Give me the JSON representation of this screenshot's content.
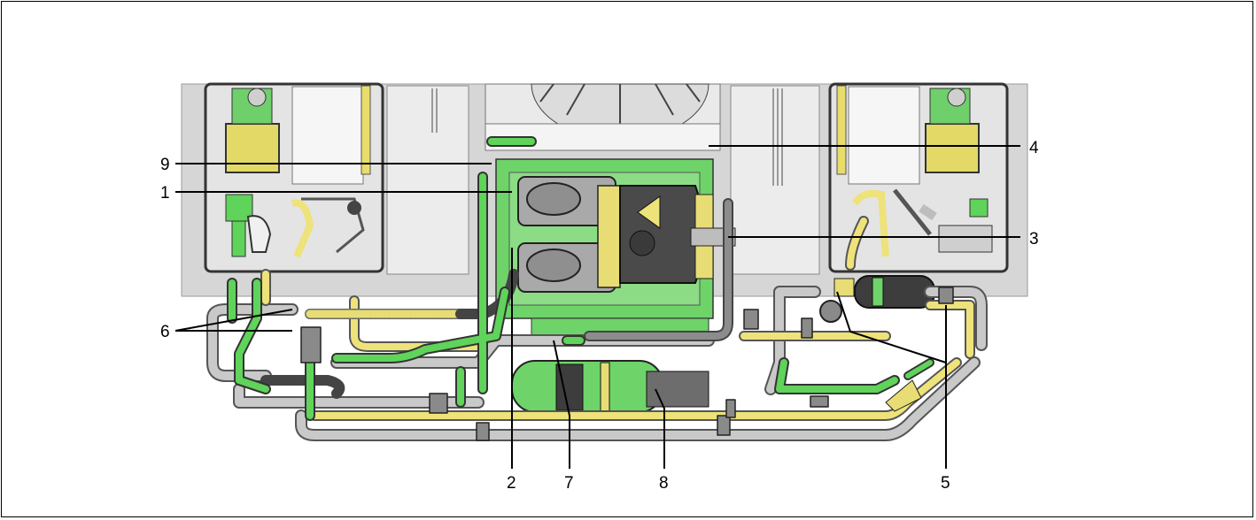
{
  "callouts": {
    "c1": "1",
    "c2": "2",
    "c3": "3",
    "c4": "4",
    "c5": "5",
    "c6": "6",
    "c7": "7",
    "c8": "8",
    "c9": "9"
  },
  "colors": {
    "refrigerant_green": "#5fd35a",
    "pipe_yellow": "#eee27a",
    "pipe_grey": "#bdbdbd",
    "housing_grey": "#d3d3d3",
    "panel_white": "#f2f2f2",
    "outline": "#3a3a3a",
    "dark_body": "#4a4a4a"
  }
}
